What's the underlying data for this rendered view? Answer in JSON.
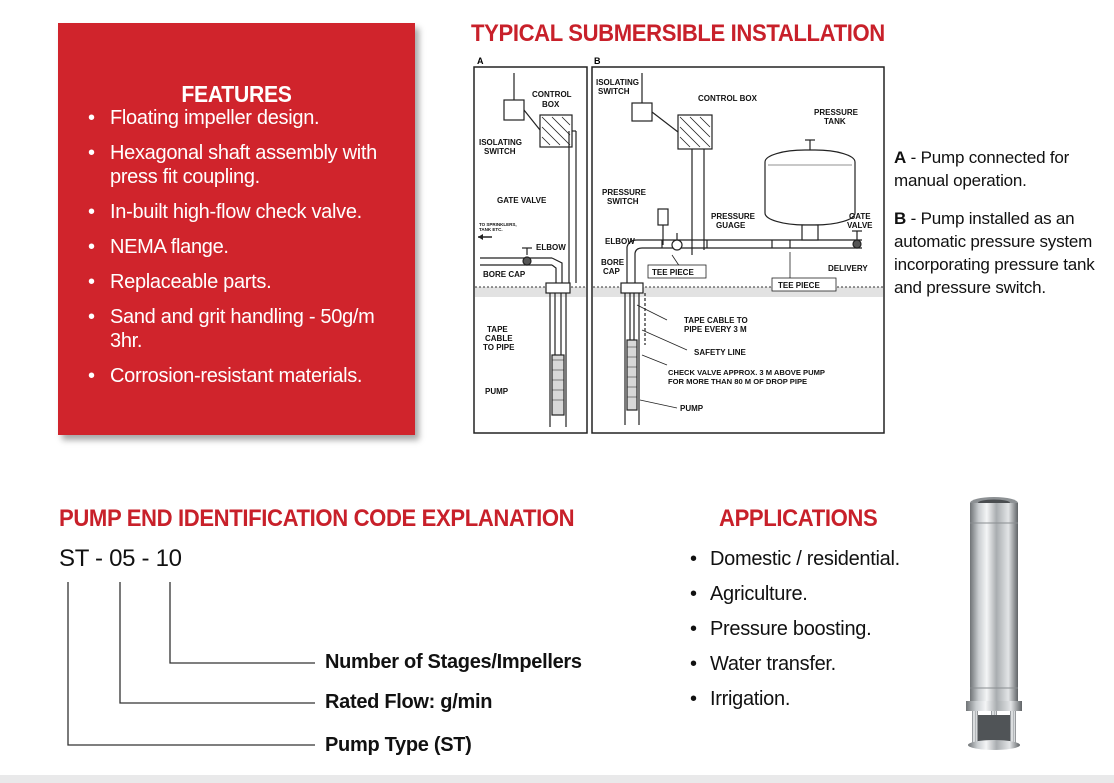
{
  "features": {
    "title": "FEATURES",
    "items": [
      "Floating impeller design.",
      "Hexagonal shaft assembly with press fit coupling.",
      "In-built high-flow check valve.",
      "NEMA flange.",
      "Replaceable parts.",
      "Sand and grit handling - 50g/m 3hr.",
      "Corrosion-resistant materials."
    ]
  },
  "diagram": {
    "title": "TYPICAL SUBMERSIBLE INSTALLATION",
    "panel_a": {
      "letter": "A",
      "labels": {
        "control_box": "CONTROL BOX",
        "isolating_switch": "ISOLATING SWITCH",
        "gate_valve": "GATE VALVE",
        "to_sprinklers": "TO SPRINKLERS, TANK ETC.",
        "elbow": "ELBOW",
        "bore_cap": "BORE CAP",
        "tape_cable": "TAPE CABLE TO PIPE",
        "pump": "PUMP"
      }
    },
    "panel_b": {
      "letter": "B",
      "labels": {
        "isolating_switch": "ISOLATING SWITCH",
        "control_box": "CONTROL BOX",
        "pressure_tank": "PRESSURE TANK",
        "pressure_switch": "PRESSURE SWITCH",
        "pressure_guage": "PRESSURE GUAGE",
        "gate_valve": "GATE VALVE",
        "elbow": "ELBOW",
        "bore_cap": "BORE CAP",
        "tee_piece_1": "TEE PIECE",
        "delivery": "DELIVERY",
        "tee_piece_2": "TEE PIECE",
        "tape_cable": "TAPE CABLE TO PIPE EVERY 3 M",
        "safety_line": "SAFETY LINE",
        "check_valve": "CHECK VALVE APPROX. 3 M ABOVE PUMP FOR MORE THAN 80 M OF DROP PIPE",
        "pump": "PUMP"
      }
    },
    "captions": {
      "a_key": "A",
      "a_text": " - Pump connected for manual operation.",
      "b_key": "B",
      "b_text": " - Pump installed as an automatic pressure system incorporating pressure tank and pressure switch."
    }
  },
  "code_explanation": {
    "title": "PUMP END IDENTIFICATION CODE EXPLANATION",
    "code": "ST - 05 - 10",
    "labels": {
      "stages": "Number of Stages/Impellers",
      "flow": "Rated Flow: g/min",
      "type": "Pump Type (ST)"
    }
  },
  "applications": {
    "title": "APPLICATIONS",
    "items": [
      "Domestic / residential.",
      "Agriculture.",
      "Pressure boosting.",
      "Water transfer.",
      "Irrigation."
    ]
  },
  "colors": {
    "brand_red": "#d0242c",
    "title_red": "#c8202a"
  }
}
